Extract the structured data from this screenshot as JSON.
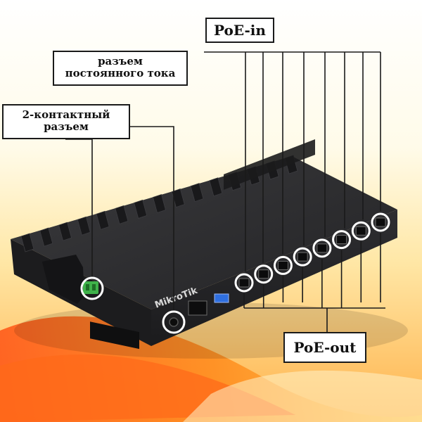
{
  "labels": {
    "poe_in": "PoE-in",
    "dc_connector": [
      "разъем",
      "постоянного тока"
    ],
    "two_pin": [
      "2-контактный",
      "разъем"
    ],
    "poe_out": "PoE-out"
  },
  "device": {
    "brand": "MikroTik",
    "ethernet_port_count": 8,
    "usb_ports": 1,
    "sfp_ports": 1
  },
  "colors": {
    "leader_line": "#1a1a1a",
    "marker_ring": "#ffffff",
    "device_body": "#2b2b2d",
    "terminal_green": "#3fb24a",
    "usb_blue": "#2f6fe0",
    "background_warm": "#ff8a1f",
    "background_light": "#fff4d2"
  }
}
